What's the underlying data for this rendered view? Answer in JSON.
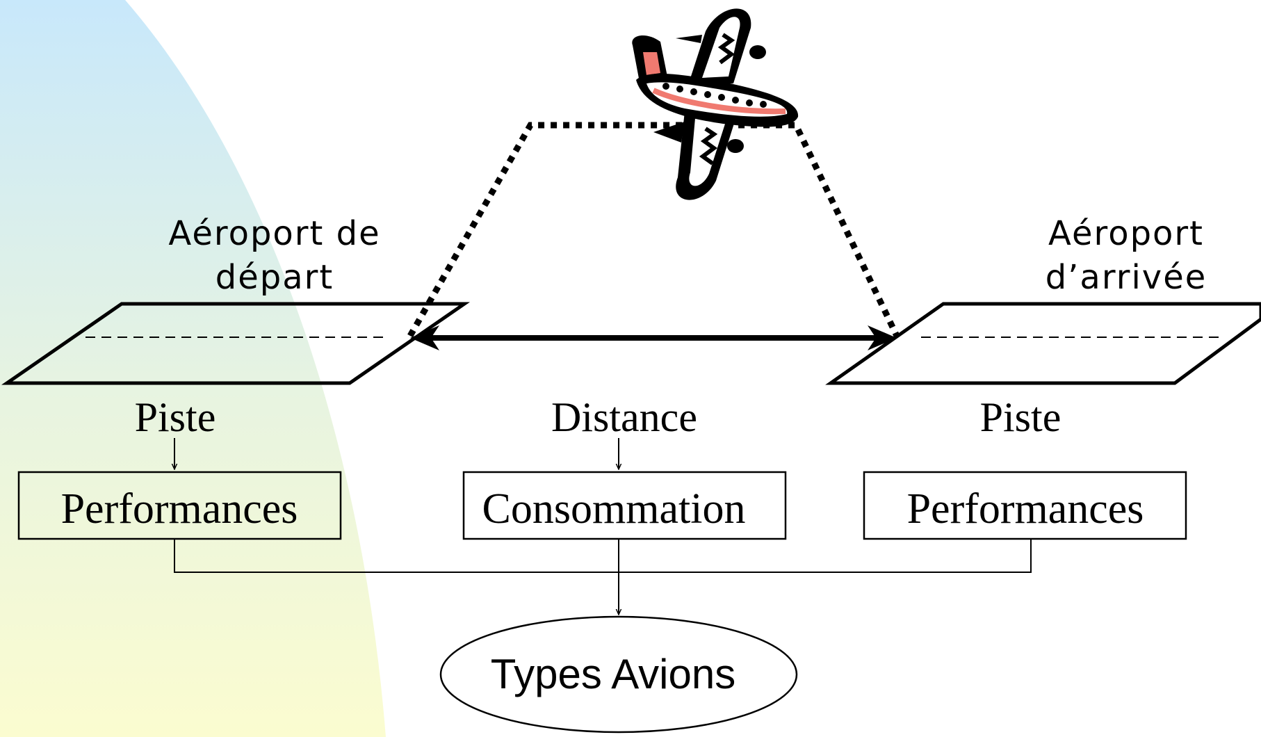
{
  "colors": {
    "gradient_top": "#c8e8fb",
    "gradient_mid": "#e8f4e0",
    "gradient_bottom": "#fbfcd0",
    "line": "#000000",
    "plane_accent": "#f07a70"
  },
  "departure": {
    "airport_line1": "Aéroport de",
    "airport_line2": "départ",
    "runway_label": "Piste",
    "box_label": "Performances"
  },
  "route": {
    "distance_label": "Distance",
    "box_label": "Consommation"
  },
  "arrival": {
    "airport_line1": "Aéroport",
    "airport_line2": "d’arrivée",
    "runway_label": "Piste",
    "box_label": "Performances"
  },
  "result": {
    "label": "Types Avions"
  },
  "icons": {
    "plane": "airplane-icon"
  }
}
